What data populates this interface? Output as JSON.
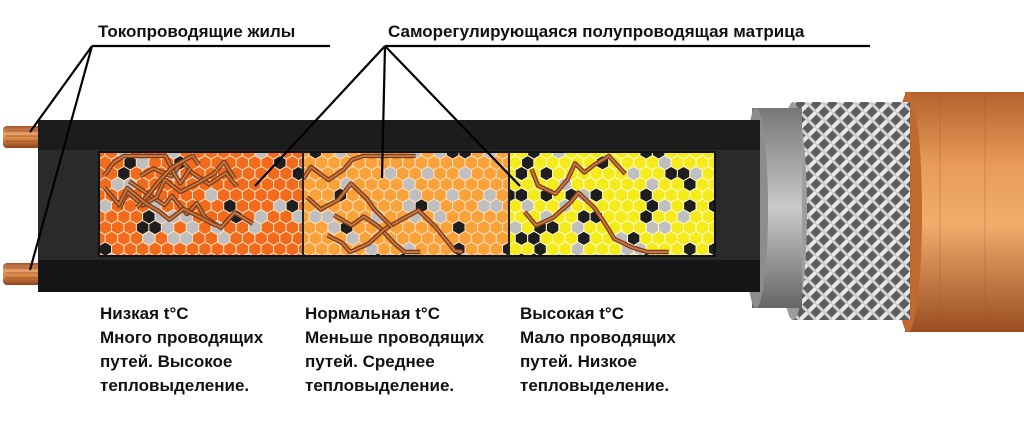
{
  "callouts": {
    "conductors": "Токопроводящие жилы",
    "matrix": "Саморегулирующаяся полупроводящая матрица"
  },
  "zones": [
    {
      "heading": "Низкая t°C",
      "lines": [
        "Много проводящих",
        "путей. Высокое",
        "тепловыделение."
      ],
      "color": "#f26a1b",
      "path_density": "high"
    },
    {
      "heading": "Нормальная t°C",
      "lines": [
        "Меньше проводящих",
        "путей. Среднее",
        "тепловыделение."
      ],
      "color": "#f9a23a",
      "path_density": "medium"
    },
    {
      "heading": "Высокая t°C",
      "lines": [
        "Мало проводящих",
        "путей. Низкое",
        "тепловыделение."
      ],
      "color": "#f5ea1a",
      "path_density": "low"
    }
  ],
  "colors": {
    "jacket": "#1c1c1c",
    "copper": "#c8743a",
    "braid": "#b9b9b9",
    "outer_sheath": "#d9853f"
  }
}
